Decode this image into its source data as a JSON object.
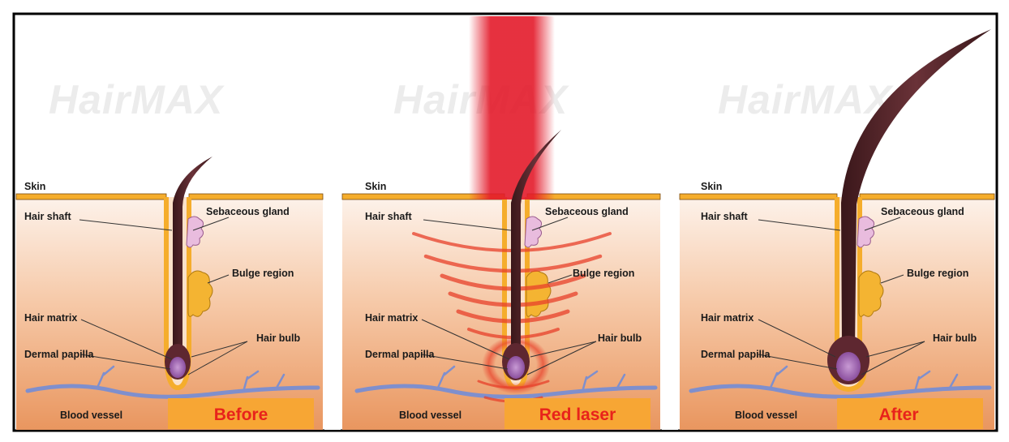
{
  "watermark": "HairMAX",
  "labels": {
    "skin": "Skin",
    "hair_shaft": "Hair shaft",
    "sebaceous_gland": "Sebaceous gland",
    "bulge_region": "Bulge region",
    "hair_matrix": "Hair matrix",
    "hair_bulb": "Hair bulb",
    "dermal_papilla": "Dermal papilla",
    "blood_vessel": "Blood vessel"
  },
  "panels": [
    {
      "id": "before",
      "stage_label": "Before"
    },
    {
      "id": "red-laser",
      "stage_label": "Red laser"
    },
    {
      "id": "after",
      "stage_label": "After"
    }
  ],
  "colors": {
    "frame": "#000000",
    "skin_top": "#fdf2ea",
    "skin_bottom": "#e9965f",
    "follicle_outline": "#f5ad2c",
    "hair": "#4a1f22",
    "sebaceous": "#e9bcde",
    "bulge": "#f4b432",
    "papilla": "#a968b5",
    "vessel": "#7f8fcd",
    "laser": "#e31a2a",
    "stage_box": "#f7a634",
    "stage_text": "#e8231b"
  }
}
